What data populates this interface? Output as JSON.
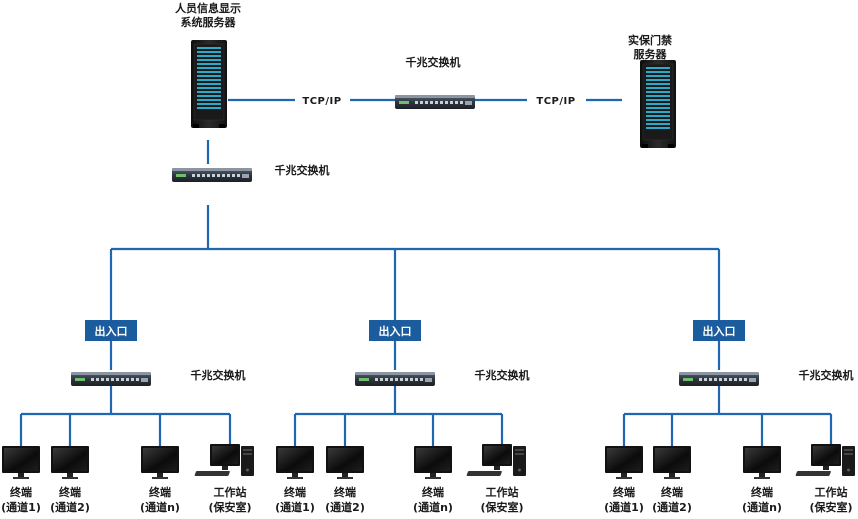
{
  "servers": {
    "display": {
      "label_line1": "人员信息显示",
      "label_line2": "系统服务器"
    },
    "access": {
      "label_line1": "实保门禁",
      "label_line2": "服务器"
    }
  },
  "protocols": {
    "left": "TCP/IP",
    "right": "TCP/IP"
  },
  "switches": {
    "top": "千兆交换机",
    "mid": "千兆交换机",
    "group": "千兆交换机"
  },
  "groups": [
    {
      "badge": "出入口",
      "terminals": [
        {
          "line1": "终端",
          "line2": "(通道1)"
        },
        {
          "line1": "终端",
          "line2": "(通道2)"
        },
        {
          "line1": "终端",
          "line2": "(通道n)"
        },
        {
          "line1": "工作站",
          "line2": "(保安室)"
        }
      ]
    },
    {
      "badge": "出入口",
      "terminals": [
        {
          "line1": "终端",
          "line2": "(通道1)"
        },
        {
          "line1": "终端",
          "line2": "(通道2)"
        },
        {
          "line1": "终端",
          "line2": "(通道n)"
        },
        {
          "line1": "工作站",
          "line2": "(保安室)"
        }
      ]
    },
    {
      "badge": "出入口",
      "terminals": [
        {
          "line1": "终端",
          "line2": "(通道1)"
        },
        {
          "line1": "终端",
          "line2": "(通道2)"
        },
        {
          "line1": "终端",
          "line2": "(通道n)"
        },
        {
          "line1": "工作站",
          "line2": "(保安室)"
        }
      ]
    }
  ],
  "colors": {
    "link": "#1f66b3",
    "badge": "#1b5c9e"
  }
}
